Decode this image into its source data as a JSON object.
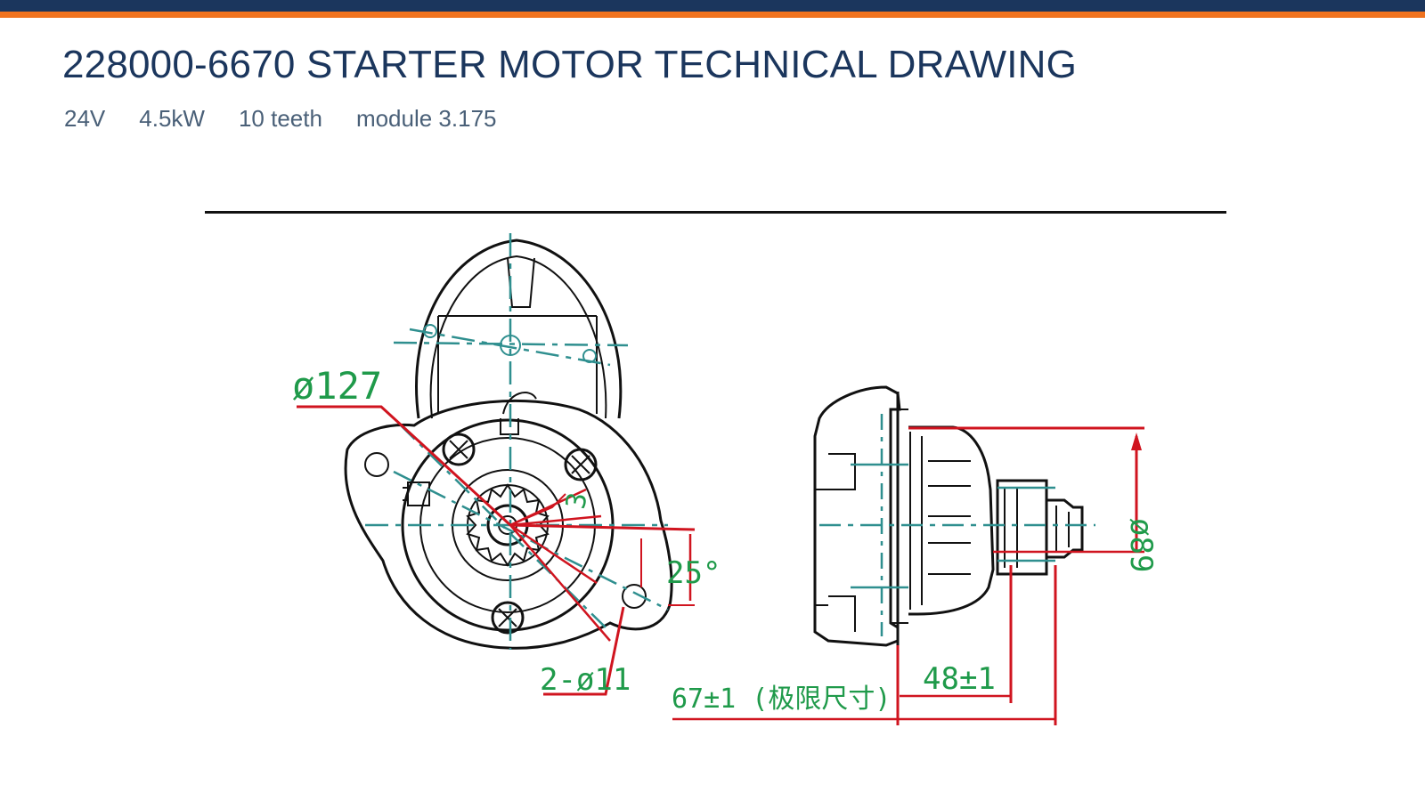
{
  "header": {
    "title": "228000-6670 STARTER MOTOR TECHNICAL DRAWING",
    "specs": [
      "24V",
      "4.5kW",
      "10 teeth",
      "module 3.175"
    ]
  },
  "drawing": {
    "dimensions": {
      "flange_diameter": "ø127",
      "gear_offset": "3",
      "angle": "25°",
      "mount_holes": "2-ø11",
      "length_67": "67±1 (极限尺寸)",
      "length_48": "48±1",
      "pilot_diameter": "ø89"
    },
    "colors": {
      "outline": "#111111",
      "centerline": "#2f8f8f",
      "dimension": "#d0141f",
      "dimension_text": "#1f9a4a"
    }
  }
}
